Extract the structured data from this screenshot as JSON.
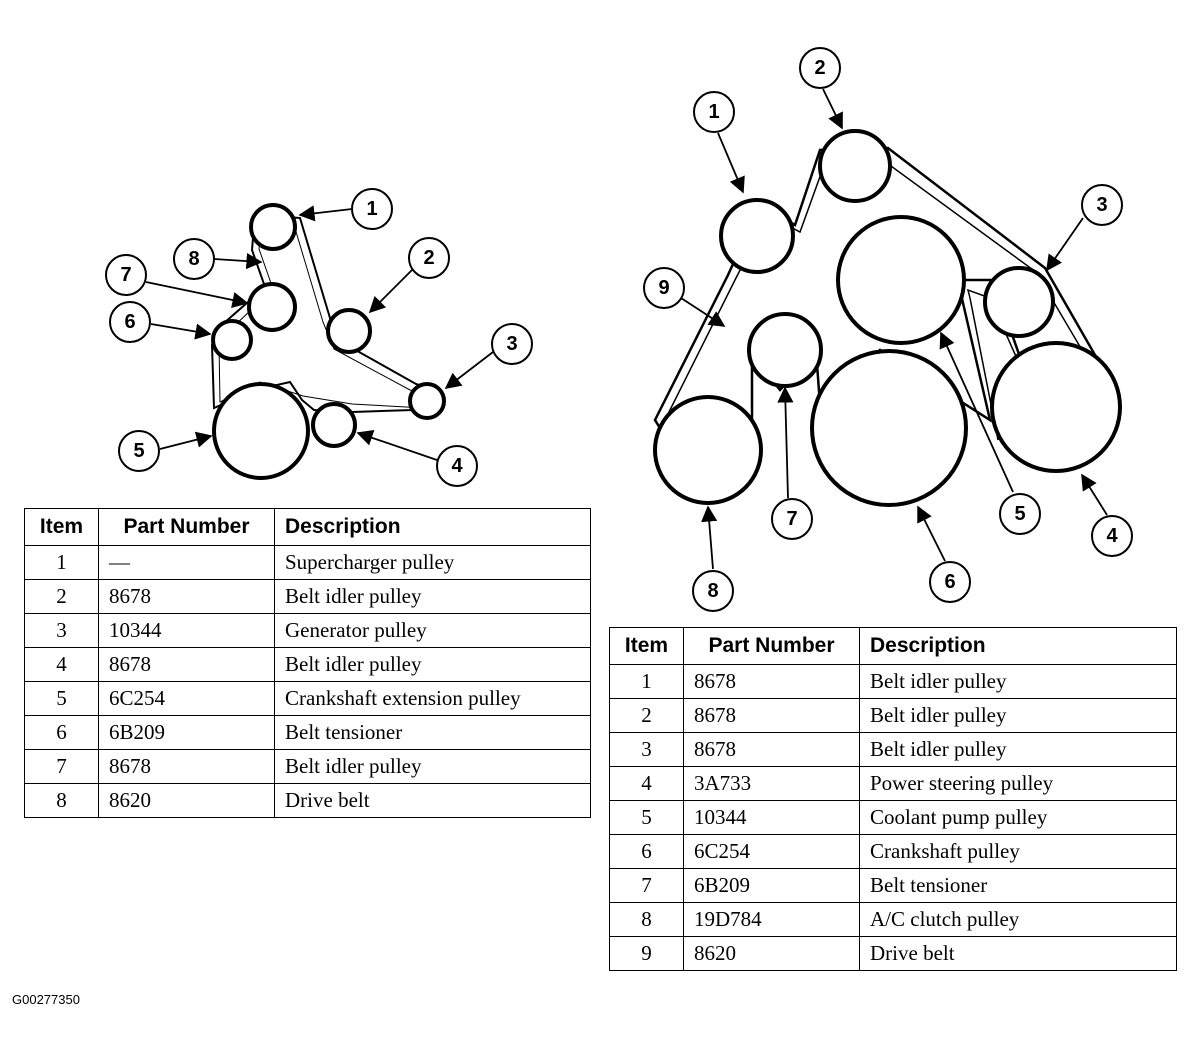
{
  "left_diagram": {
    "callouts": [
      "1",
      "2",
      "3",
      "4",
      "5",
      "6",
      "7",
      "8"
    ]
  },
  "right_diagram": {
    "callouts": [
      "1",
      "2",
      "3",
      "4",
      "5",
      "6",
      "7",
      "8",
      "9"
    ]
  },
  "left_table": {
    "headers": [
      "Item",
      "Part Number",
      "Description"
    ],
    "rows": [
      {
        "item": "1",
        "part": "—",
        "desc": "Supercharger pulley"
      },
      {
        "item": "2",
        "part": "8678",
        "desc": "Belt idler pulley"
      },
      {
        "item": "3",
        "part": "10344",
        "desc": "Generator pulley"
      },
      {
        "item": "4",
        "part": "8678",
        "desc": "Belt idler pulley"
      },
      {
        "item": "5",
        "part": "6C254",
        "desc": "Crankshaft extension pulley"
      },
      {
        "item": "6",
        "part": "6B209",
        "desc": "Belt tensioner"
      },
      {
        "item": "7",
        "part": "8678",
        "desc": "Belt idler pulley"
      },
      {
        "item": "8",
        "part": "8620",
        "desc": "Drive belt"
      }
    ]
  },
  "right_table": {
    "headers": [
      "Item",
      "Part Number",
      "Description"
    ],
    "rows": [
      {
        "item": "1",
        "part": "8678",
        "desc": "Belt idler pulley"
      },
      {
        "item": "2",
        "part": "8678",
        "desc": "Belt idler pulley"
      },
      {
        "item": "3",
        "part": "8678",
        "desc": "Belt idler pulley"
      },
      {
        "item": "4",
        "part": "3A733",
        "desc": "Power steering pulley"
      },
      {
        "item": "5",
        "part": "10344",
        "desc": "Coolant pump pulley"
      },
      {
        "item": "6",
        "part": "6C254",
        "desc": "Crankshaft pulley"
      },
      {
        "item": "7",
        "part": "6B209",
        "desc": "Belt tensioner"
      },
      {
        "item": "8",
        "part": "19D784",
        "desc": "A/C clutch pulley"
      },
      {
        "item": "9",
        "part": "8620",
        "desc": "Drive belt"
      }
    ]
  },
  "figure_code": "G00277350"
}
